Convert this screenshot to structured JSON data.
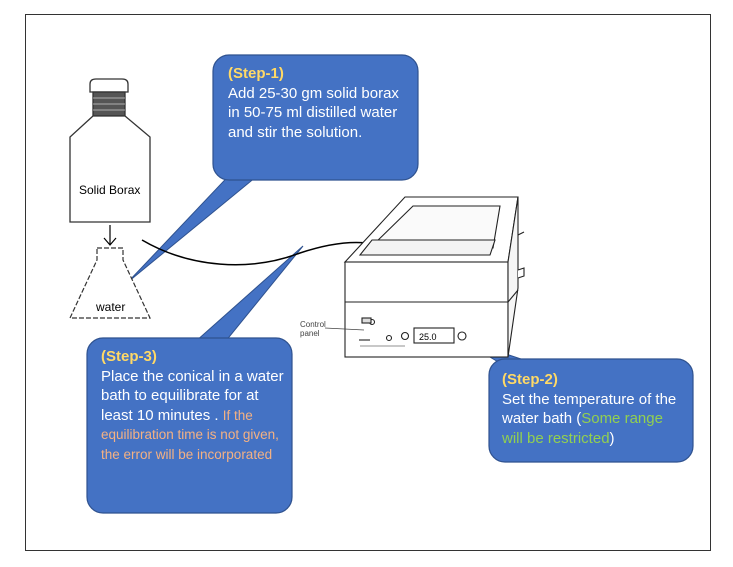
{
  "labels": {
    "bottle": "Solid Borax",
    "flask": "water",
    "control_panel_line1": "Control",
    "control_panel_line2": "panel",
    "display_value": "25.0"
  },
  "step1": {
    "title": "(Step-1)",
    "text": "Add 25-30 gm solid borax in 50-75 ml distilled water and stir the solution."
  },
  "step2": {
    "title": "(Step-2)",
    "text": "Set the temperature of the water bath (",
    "highlight": "Some range will be restricted",
    "text_end": ")"
  },
  "step3": {
    "title": "(Step-3)",
    "text": "Place the conical in a water bath to equilibrate for at least 10 minutes . ",
    "note": "If the equilibration time is not given, the error will be incorporated"
  },
  "colors": {
    "callout_fill": "#4472c4",
    "callout_title": "#ffd966",
    "highlight_green": "#92d050",
    "note_salmon": "#f4b183"
  }
}
